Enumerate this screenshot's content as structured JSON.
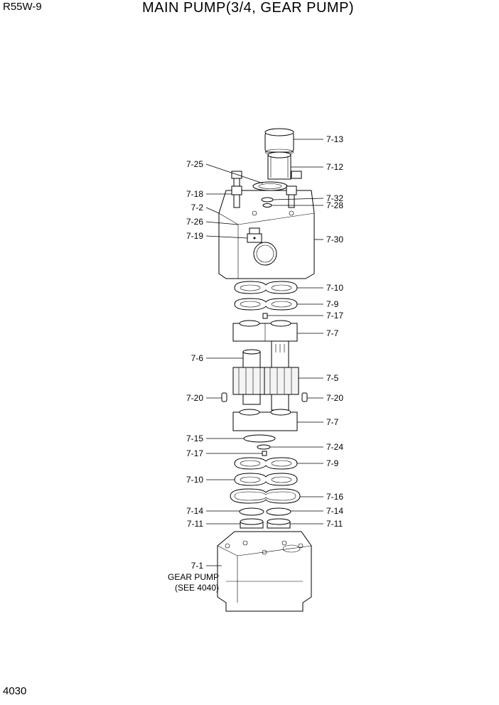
{
  "header": {
    "model": "R55W-9",
    "title": "MAIN PUMP(3/4, GEAR PUMP)"
  },
  "footer": {
    "page_number": "4030"
  },
  "callouts": {
    "c_7_13": "7-13",
    "c_7_12": "7-12",
    "c_7_25": "7-25",
    "c_7_18": "7-18",
    "c_7_32": "7-32",
    "c_7_2": "7-2",
    "c_7_28": "7-28",
    "c_7_26": "7-26",
    "c_7_19": "7-19",
    "c_7_30": "7-30",
    "c_7_10a": "7-10",
    "c_7_9a": "7-9",
    "c_7_17a": "7-17",
    "c_7_7a": "7-7",
    "c_7_6": "7-6",
    "c_7_5": "7-5",
    "c_7_20l": "7-20",
    "c_7_20r": "7-20",
    "c_7_7b": "7-7",
    "c_7_15": "7-15",
    "c_7_24": "7-24",
    "c_7_17b": "7-17",
    "c_7_9b": "7-9",
    "c_7_10b": "7-10",
    "c_7_16": "7-16",
    "c_7_14l": "7-14",
    "c_7_14r": "7-14",
    "c_7_11l": "7-11",
    "c_7_11r": "7-11",
    "c_7_1": "7-1",
    "gear_pump_label": "GEAR PUMP",
    "gear_pump_ref": "(SEE 4040)"
  }
}
